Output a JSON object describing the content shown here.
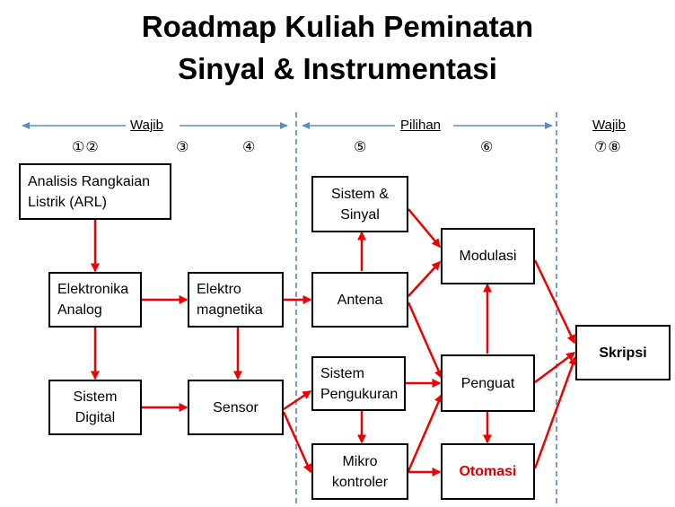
{
  "title": {
    "line1": "Roadmap Kuliah Peminatan",
    "line2": "Sinyal & Instrumentasi"
  },
  "sections": {
    "wajib_left": "Wajib",
    "pilihan": "Pilihan",
    "wajib_right": "Wajib"
  },
  "semesters": {
    "s12": "①②",
    "s3": "③",
    "s4": "④",
    "s5": "⑤",
    "s6": "⑥",
    "s78": "⑦⑧"
  },
  "courses": {
    "arl": "Analisis Rangkaian\nListrik (ARL)",
    "elektronika_analog": "Elektronika\nAnalog",
    "sistem_digital": "Sistem\nDigital",
    "elektromagnetika": "Elektro\nmagnetika",
    "sensor": "Sensor",
    "sistem_sinyal": "Sistem &\nSinyal",
    "antena": "Antena",
    "sistem_pengukuran": "Sistem\nPengukuran",
    "mikrokontroler": "Mikro\nkontroler",
    "modulasi": "Modulasi",
    "penguat": "Penguat",
    "otomasi": "Otomasi",
    "skripsi": "Skripsi"
  },
  "colors": {
    "arrow": "#ee0000",
    "guide_arrow": "#5b8ec9",
    "divider": "#4a7fb0",
    "highlight_text": "#dd0000"
  }
}
